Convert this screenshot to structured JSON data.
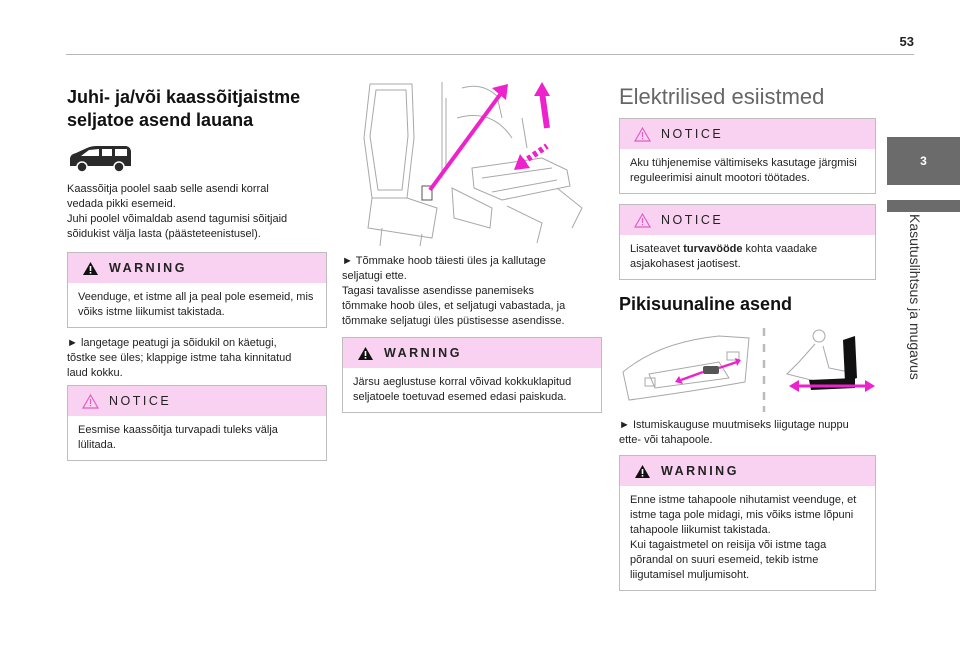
{
  "header": {
    "page_number": "53"
  },
  "side": {
    "tab_number": "3",
    "title": "Kasutuslihtsus ja mugavus"
  },
  "col1": {
    "title_line1": "Juhi- ja/või kaassõitjaistme",
    "title_line2": "seljatoe asend lauana",
    "intro": "Kaassõitja poolel saab selle asendi korral\nvedada pikki esemeid.\nJuhi poolel võimaldab asend tagumisi sõitjaid\nsõidukist välja lasta (päästeteenistusel).",
    "warning": {
      "label": "WARNING",
      "text": "Veenduge, et istme all ja peal pole esemeid, mis võiks istme liikumist takistada."
    },
    "step": "► langetage peatugi ja sõidukil on käetugi,\ntõstke see üles; klappige istme taha kinnitatud\nlaud kokku.",
    "notice": {
      "label": "NOTICE",
      "text": "Eesmise kaassõitja turvapadi tuleks välja lülitada."
    }
  },
  "col2": {
    "step": "► Tõmmake hoob täiesti üles ja kallutage\nseljatugi ette.\nTagasi tavalisse asendisse panemiseks\ntõmmake hoob üles, et seljatugi vabastada, ja\ntõmmake seljatugi üles püstisesse asendisse.",
    "warning": {
      "label": "WARNING",
      "text": "Järsu aeglustuse korral võivad kokkuklapitud seljatoele toetuvad esemed edasi paiskuda."
    }
  },
  "col3": {
    "title": "Elektrilised esiistmed",
    "notice1": {
      "label": "NOTICE",
      "text": "Aku tühjenemise vältimiseks kasutage järgmisi reguleerimisi ainult mootori töötades."
    },
    "notice2": {
      "label": "NOTICE",
      "text_before": "Lisateavet ",
      "text_bold": "turvavööde",
      "text_after": " kohta vaadake asjakohasest jaotisest."
    },
    "subtitle": "Pikisuunaline asend",
    "step": "► Istumiskauguse muutmiseks liigutage nuppu\nette- või tahapoole.",
    "warning": {
      "label": "WARNING",
      "text": "Enne istme tahapoole nihutamist veenduge, et istme taga pole midagi, mis võiks istme lõpuni tahapoole liikumist takistada.\nKui tagaistmetel on reisija või istme taga põrandal on suuri esemeid, tekib istme liigutamisel muljumisoht."
    }
  },
  "colors": {
    "accent_pink": "#f9d2f2",
    "arrow_magenta": "#ee22cc",
    "tab_gray": "#6b6b6b"
  },
  "icons": {
    "warning": "warning-triangle-icon",
    "notice": "notice-triangle-icon",
    "vehicle": "van-icon"
  }
}
